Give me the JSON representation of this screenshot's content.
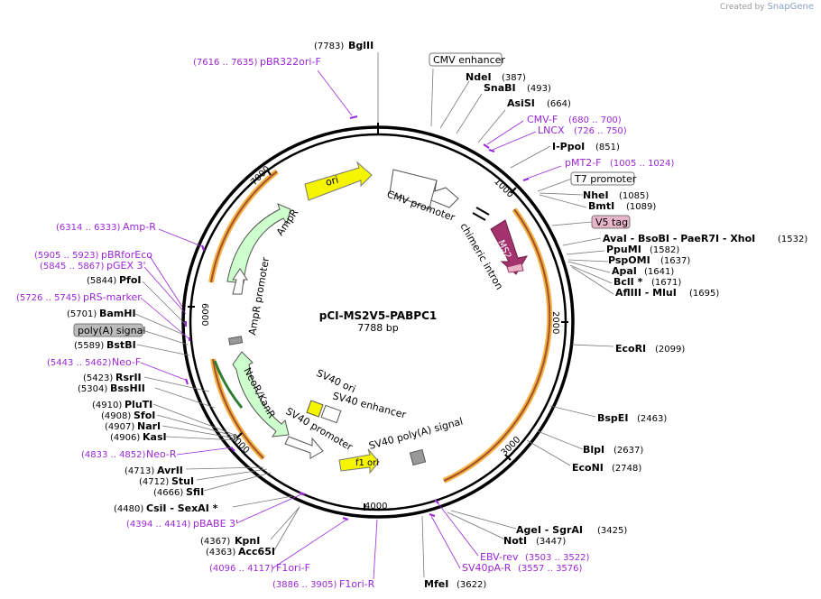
{
  "brand": {
    "created_by": "Created by",
    "name": "SnapGene"
  },
  "plasmid": {
    "name": "pCI-MS2V5-PABPC1",
    "size": "7788 bp"
  },
  "ticks": [
    "1000",
    "2000",
    "3000",
    "4000",
    "5000",
    "6000",
    "7000"
  ],
  "features": {
    "cmv_enhancer": "CMV enhancer",
    "t7_promoter": "T7 promoter",
    "v5_tag": "V5 tag",
    "polya_signal": "poly(A) signal",
    "cmv_promoter": "CMV promoter",
    "chimeric_intron": "chimeric intron",
    "ms2": "MS2",
    "ori": "ori",
    "ampr": "AmpR",
    "ampr_promoter": "AmpR promoter",
    "neor": "NeoR/KanR",
    "sv40_ori": "SV40 ori",
    "sv40_enhancer": "SV40 enhancer",
    "sv40_promoter": "SV40 promoter",
    "sv40_polya": "SV40 poly(A) signal",
    "f1_ori": "f1 ori"
  },
  "sites": {
    "bglii": {
      "name": "BglII",
      "pos": "(7783)"
    },
    "ndei": {
      "name": "NdeI",
      "pos": "(387)"
    },
    "snabi": {
      "name": "SnaBI",
      "pos": "(493)"
    },
    "asisi": {
      "name": "AsiSI",
      "pos": "(664)"
    },
    "ippoi": {
      "name": "I-PpoI",
      "pos": "(851)"
    },
    "nhei": {
      "name": "NheI",
      "pos": "(1085)"
    },
    "bmti": {
      "name": "BmtI",
      "pos": "(1089)"
    },
    "avai": {
      "name": "AvaI  - BsoBI  - PaeR7I  - XhoI",
      "pos": "(1532)"
    },
    "ppumi": {
      "name": "PpuMI",
      "pos": "(1582)"
    },
    "pspomi": {
      "name": "PspOMI",
      "pos": "(1637)"
    },
    "apai": {
      "name": "ApaI",
      "pos": "(1641)"
    },
    "bcli": {
      "name": "BclI *",
      "pos": "(1671)"
    },
    "afliii": {
      "name": "AflIII  - MluI",
      "pos": "(1695)"
    },
    "ecori": {
      "name": "EcoRI",
      "pos": "(2099)"
    },
    "bspei": {
      "name": "BspEI",
      "pos": "(2463)"
    },
    "blpi": {
      "name": "BlpI",
      "pos": "(2637)"
    },
    "econi": {
      "name": "EcoNI",
      "pos": "(2748)"
    },
    "agei": {
      "name": "AgeI  - SgrAI",
      "pos": "(3425)"
    },
    "noti": {
      "name": "NotI",
      "pos": "(3447)"
    },
    "mfei": {
      "name": "MfeI",
      "pos": "(3622)"
    },
    "kpni": {
      "name": "KpnI",
      "pos": "(4367)"
    },
    "acc65i": {
      "name": "Acc65I",
      "pos": "(4363)"
    },
    "csii": {
      "name": "CsiI  - SexAI *",
      "pos": "(4480)"
    },
    "sfii": {
      "name": "SfiI",
      "pos": "(4666)"
    },
    "stui": {
      "name": "StuI",
      "pos": "(4712)"
    },
    "avrii": {
      "name": "AvrII",
      "pos": "(4713)"
    },
    "kasi": {
      "name": "KasI",
      "pos": "(4906)"
    },
    "nari": {
      "name": "NarI",
      "pos": "(4907)"
    },
    "sfoi": {
      "name": "SfoI",
      "pos": "(4908)"
    },
    "pluti": {
      "name": "PluTI",
      "pos": "(4910)"
    },
    "bsshii": {
      "name": "BssHII",
      "pos": "(5304)"
    },
    "rsrii": {
      "name": "RsrII",
      "pos": "(5423)"
    },
    "bstbi": {
      "name": "BstBI",
      "pos": "(5589)"
    },
    "bamhi": {
      "name": "BamHI",
      "pos": "(5701)"
    },
    "pfoi": {
      "name": "PfoI",
      "pos": "(5844)"
    }
  },
  "primers": {
    "pbr322": {
      "name": "pBR322ori-F",
      "range": "(7616 .. 7635)"
    },
    "cmvf": {
      "name": "CMV-F",
      "range": "(680 .. 700)"
    },
    "lncx": {
      "name": "LNCX",
      "range": "(726 .. 750)"
    },
    "pmt2f": {
      "name": "pMT2-F",
      "range": "(1005 .. 1024)"
    },
    "ampr": {
      "name": "Amp-R",
      "range": "(6314 .. 6333)"
    },
    "pbrforeco": {
      "name": "pBRforEco",
      "range": "(5905 .. 5923)"
    },
    "pgex3": {
      "name": "pGEX 3'",
      "range": "(5845 .. 5867)"
    },
    "prsmarker": {
      "name": "pRS-marker",
      "range": "(5726 .. 5745)"
    },
    "neof": {
      "name": "Neo-F",
      "range": "(5443 .. 5462)"
    },
    "neor": {
      "name": "Neo-R",
      "range": "(4833 .. 4852)"
    },
    "pbabe3": {
      "name": "pBABE 3'",
      "range": "(4394 .. 4414)"
    },
    "f1orif": {
      "name": "F1ori-F",
      "range": "(4096 .. 4117)"
    },
    "f1orir": {
      "name": "F1ori-R",
      "range": "(3886 .. 3905)"
    },
    "ebvrev": {
      "name": "EBV-rev",
      "range": "(3503 .. 3522)"
    },
    "sv40par": {
      "name": "SV40pA-R",
      "range": "(3557 .. 3576)"
    }
  },
  "colors": {
    "backbone": "#000000",
    "primer": "#9c27d6",
    "ori": "#f5f500",
    "ampr": "#ccffcc",
    "ms2": "#a3326d",
    "orf_arc": "#f5b041",
    "orf_arc_dark": "#a0522d",
    "polya": "#999999",
    "v5": "#e8b4c8"
  }
}
